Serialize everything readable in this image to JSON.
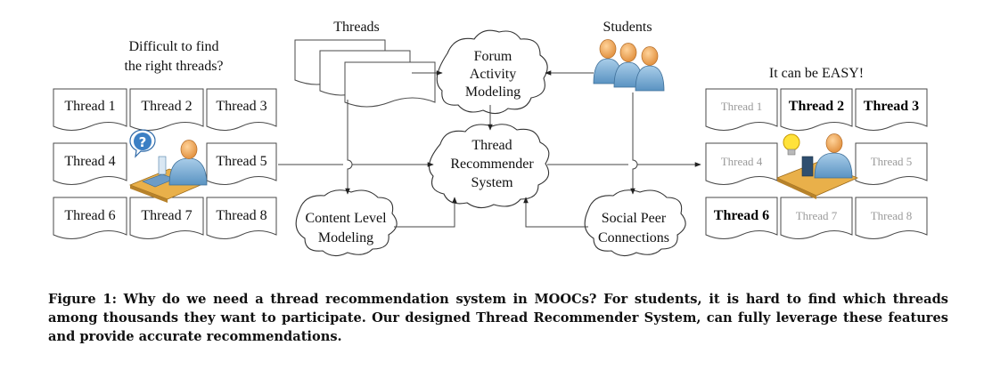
{
  "left_panel": {
    "heading_line1": "Difficult to find",
    "heading_line2": "the right threads?",
    "threads": [
      "Thread 1",
      "Thread 2",
      "Thread 3",
      "Thread 4",
      "Thread 5",
      "Thread 6",
      "Thread 7",
      "Thread 8"
    ]
  },
  "top": {
    "threads_label": "Threads",
    "students_label": "Students"
  },
  "nodes": {
    "forum_activity": [
      "Forum",
      "Activity",
      "Modeling"
    ],
    "recommender": [
      "Thread",
      "Recommender",
      "System"
    ],
    "content_level": [
      "Content Level",
      "Modeling"
    ],
    "social_peer": [
      "Social Peer",
      "Connections"
    ]
  },
  "right_panel": {
    "heading": "It can be EASY!",
    "threads": [
      {
        "label": "Thread 1",
        "highlight": false
      },
      {
        "label": "Thread 2",
        "highlight": true
      },
      {
        "label": "Thread 3",
        "highlight": true
      },
      {
        "label": "Thread 4",
        "highlight": false
      },
      {
        "label": "Thread 5",
        "highlight": false
      },
      {
        "label": "Thread 6",
        "highlight": true
      },
      {
        "label": "Thread 7",
        "highlight": false
      },
      {
        "label": "Thread 8",
        "highlight": false
      }
    ]
  },
  "caption": "Figure 1: Why do we need a thread recommendation system in MOOCs? For students, it is hard to find which threads among thousands they want to participate. Our designed Thread Recommender System, can fully leverage these features and provide accurate recommendations.",
  "colors": {
    "person_body": "#7fb0d4",
    "person_skin": "#f0a860",
    "desk": "#e9b04a",
    "question_bubble": "#3b7fc4",
    "bulb": "#ffe23a",
    "muted_text": "#9a9a9a"
  },
  "icons": {
    "confused_student": "person-at-desk-question-icon",
    "happy_student": "person-at-desk-lightbulb-icon",
    "students_group": "students-group-icon"
  }
}
